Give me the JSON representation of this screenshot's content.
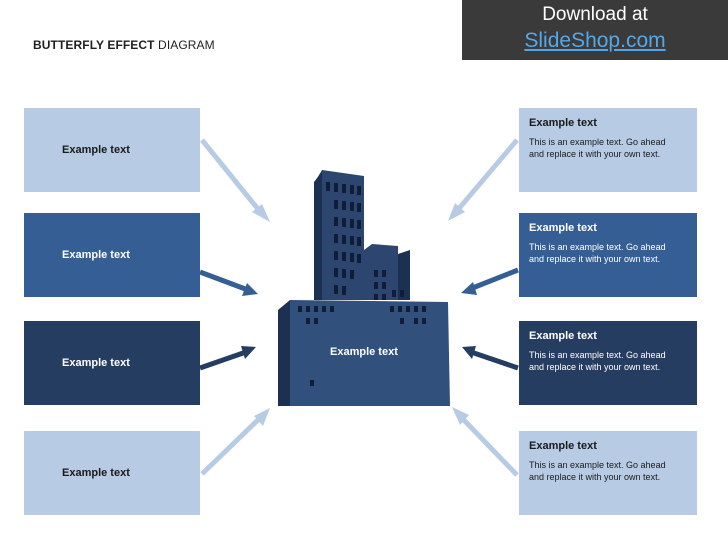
{
  "title": {
    "bold": "BUTTERFLY EFFECT",
    "normal": "DIAGRAM"
  },
  "banner": {
    "line1": "Download at",
    "line2": "SlideShop.com"
  },
  "left_boxes": [
    {
      "label": "Example text"
    },
    {
      "label": "Example text"
    },
    {
      "label": "Example text"
    },
    {
      "label": "Example text"
    }
  ],
  "right_boxes": [
    {
      "heading": "Example text",
      "body": "This is an example text. Go ahead and replace it with your own text."
    },
    {
      "heading": "Example text",
      "body": "This is an example text. Go ahead and replace it with your own text."
    },
    {
      "heading": "Example text",
      "body": "This is an example text. Go ahead and replace it with your own text."
    },
    {
      "heading": "Example text",
      "body": "This is an example text. Go ahead and replace it with your own text."
    }
  ],
  "center": {
    "label": "Example text"
  },
  "colors": {
    "light": "#b7cce4",
    "mid": "#355f94",
    "dark": "#263d62",
    "arrow_light": "#b7cce4",
    "arrow_mid": "#355f94",
    "arrow_dark": "#263d62",
    "building": "#2c4670",
    "building_front": "#31507c",
    "window": "#0f1e36",
    "banner_bg": "#3a3a3a",
    "banner_link": "#56a7e6"
  }
}
